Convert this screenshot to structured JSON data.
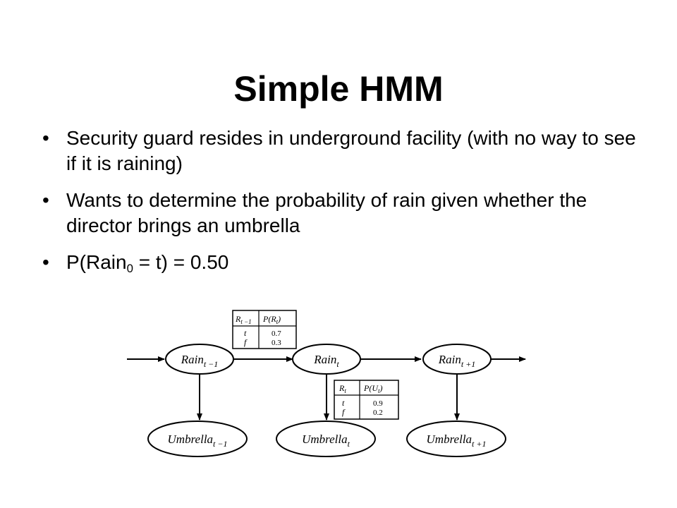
{
  "slide": {
    "title": "Simple HMM",
    "bullets": [
      {
        "marker": "•",
        "text": "Security guard resides in underground facility (with no way to see if it is raining)"
      },
      {
        "marker": "•",
        "text": "Wants to determine the probability of rain given whether the director brings an umbrella"
      },
      {
        "marker": "•",
        "text_before": "P(Rain",
        "sub": "0",
        "text_after": " = t) = 0.50"
      }
    ]
  },
  "diagram": {
    "rain_nodes": [
      {
        "label": "Rain",
        "sub": "t −1"
      },
      {
        "label": "Rain",
        "sub": "t"
      },
      {
        "label": "Rain",
        "sub": "t +1"
      }
    ],
    "umbrella_nodes": [
      {
        "label": "Umbrella",
        "sub": "t −1"
      },
      {
        "label": "Umbrella",
        "sub": "t"
      },
      {
        "label": "Umbrella",
        "sub": "t +1"
      }
    ],
    "transition_table": {
      "head1_main": "R",
      "head1_sub": "t −1",
      "head2_main": "P(R",
      "head2_sub": "t",
      "head2_close": ")",
      "rows": [
        {
          "key": "t",
          "value": "0.7"
        },
        {
          "key": "f",
          "value": "0.3"
        }
      ]
    },
    "sensor_table": {
      "head1_main": "R",
      "head1_sub": "t",
      "head2_main": "P(U",
      "head2_sub": "t",
      "head2_close": ")",
      "rows": [
        {
          "key": "t",
          "value": "0.9"
        },
        {
          "key": "f",
          "value": "0.2"
        }
      ]
    }
  }
}
